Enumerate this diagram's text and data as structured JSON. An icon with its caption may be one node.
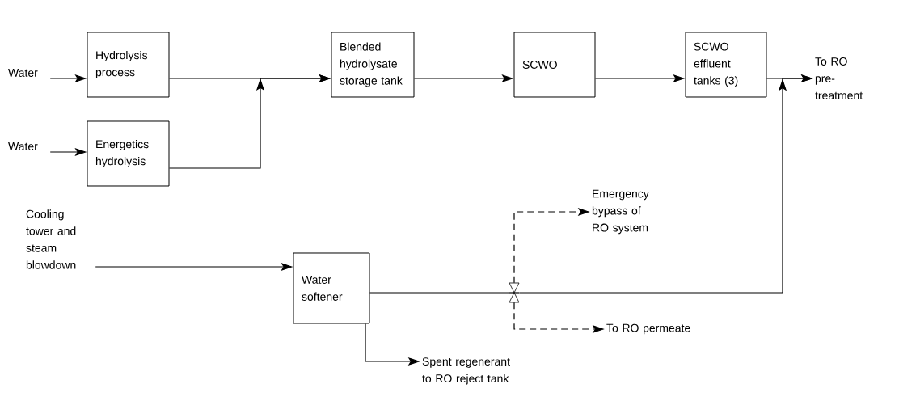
{
  "diagram": {
    "nodes": [
      {
        "text": [
          "Water"
        ]
      },
      {
        "text": [
          "Hydrolysis process"
        ]
      },
      {
        "text": [
          "Water"
        ]
      },
      {
        "text": [
          "Energetics hydrolysis"
        ]
      },
      {
        "text": [
          "Blended hydrolysate storage tank"
        ]
      },
      {
        "text": [
          "SCWO"
        ]
      },
      {
        "text": [
          "SCWO effluent tanks (3)"
        ]
      },
      {
        "text": [
          "To RO pre-treatment"
        ]
      },
      {
        "text": [
          "Cooling tower and steam blowdown"
        ]
      },
      {
        "text": [
          "Water softener"
        ]
      },
      {
        "text": [],
        "shape": "valve"
      },
      {
        "text": [
          "Emergency bypass of RO system"
        ]
      },
      {
        "text": [
          "To RO permeate"
        ]
      },
      {
        "text": [
          "Spent regenerant to RO reject tank"
        ]
      }
    ],
    "edges": [
      {
        "from": 0,
        "to": 1,
        "arrow": "to"
      },
      {
        "from": 2,
        "to": 3,
        "arrow": "to"
      },
      {
        "from": 1,
        "to": 4,
        "arrow": "to"
      },
      {
        "from": 3,
        "to": 4,
        "arrow": "to"
      },
      {
        "from": 4,
        "to": 5,
        "arrow": "to"
      },
      {
        "from": 5,
        "to": 6,
        "arrow": "to"
      },
      {
        "from": 6,
        "to": 7,
        "arrow": "to"
      },
      {
        "from": 8,
        "to": 9,
        "arrow": "to"
      },
      {
        "from": 9,
        "to": 10,
        "arrow": "none"
      },
      {
        "from": 10,
        "to": 7,
        "arrow": "to"
      },
      {
        "from": 10,
        "to": 11,
        "arrow": "to",
        "style": "dashed"
      },
      {
        "from": 10,
        "to": 12,
        "arrow": "to",
        "style": "dashed"
      },
      {
        "from": 9,
        "to": 13,
        "arrow": "to"
      }
    ]
  }
}
